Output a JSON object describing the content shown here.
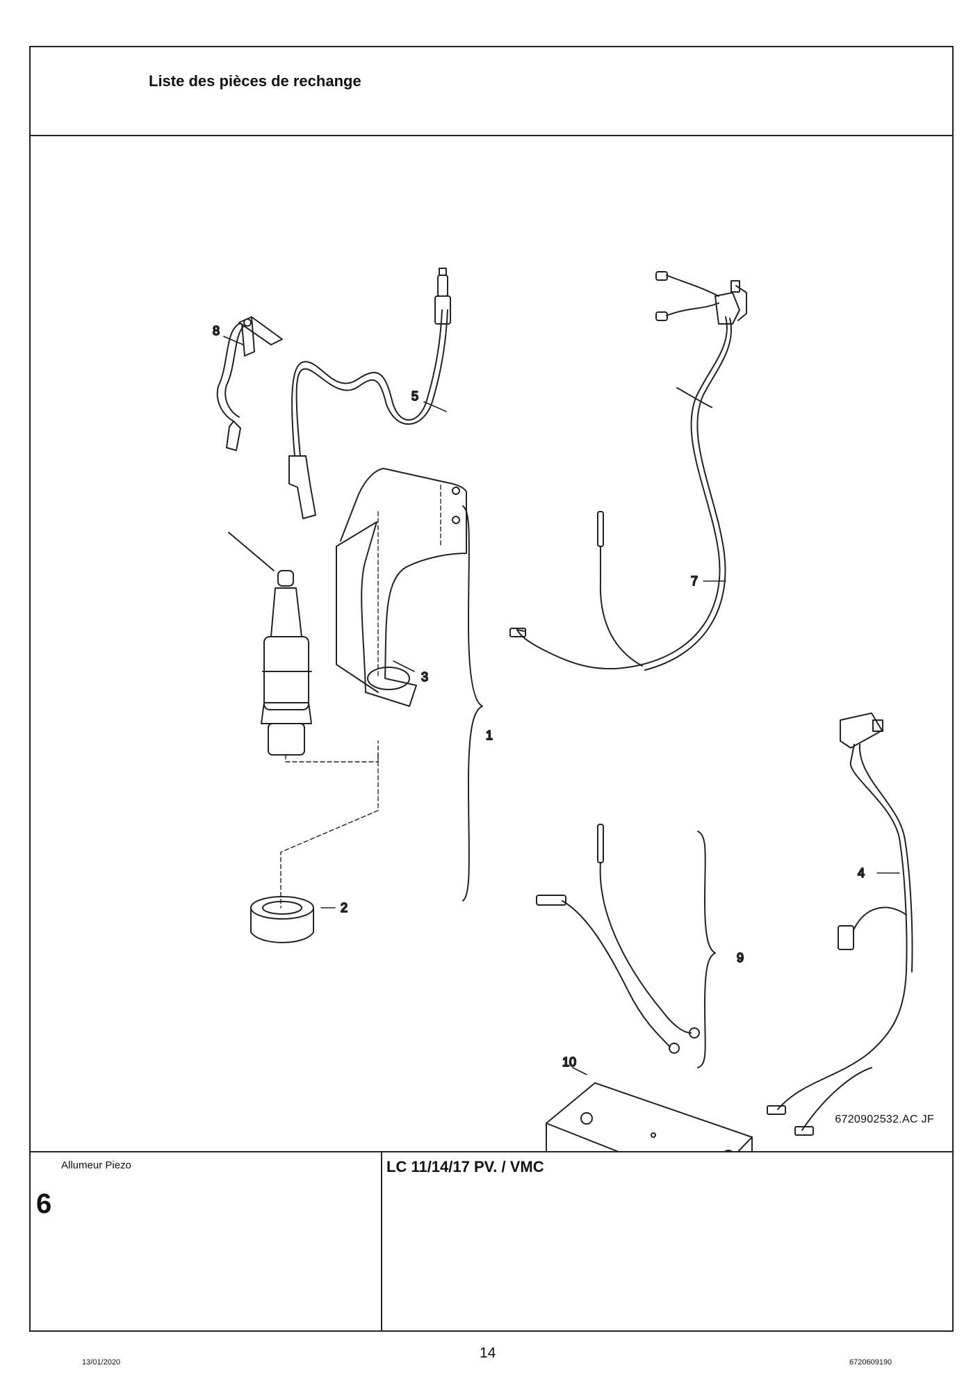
{
  "header": {
    "title": "Liste des pièces de rechange"
  },
  "drawing": {
    "reference": "6720902532.AC   JF",
    "callouts": [
      "1",
      "2",
      "3",
      "4",
      "5",
      "7",
      "8",
      "9",
      "10"
    ]
  },
  "footer": {
    "section_name": "Allumeur Piezo",
    "section_number": "6",
    "model": "LC 11/14/17 PV. / VMC"
  },
  "page": {
    "date": "13/01/2020",
    "number": "14",
    "doc_number": "6720609190"
  }
}
